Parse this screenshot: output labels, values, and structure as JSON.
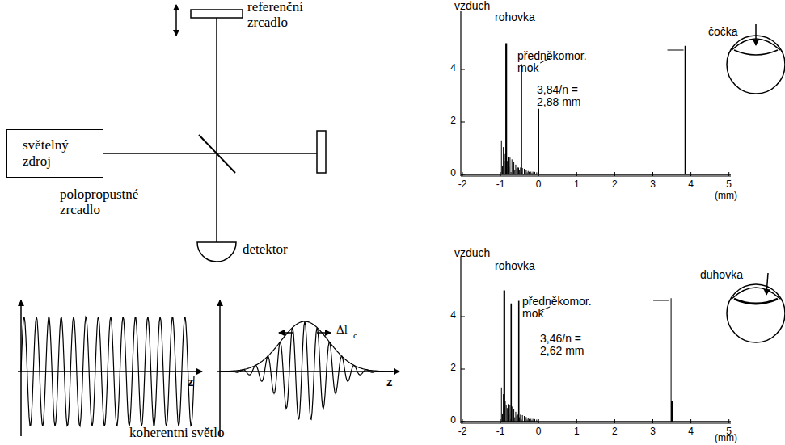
{
  "diagram": {
    "nodes": [
      {
        "text": [
          "světelný zdroj"
        ]
      }
    ],
    "labels": [
      "referenční zrcadlo",
      "polopropustné zrcadlo",
      "detektor",
      "z",
      "Δl",
      "c",
      "z",
      "koherentni světlo",
      "vzduch",
      "rohovka",
      "předněkomor. mok",
      "čočka",
      "3,84/n = 2,88 mm",
      "4",
      "2",
      "0",
      "-2",
      "-1",
      "0",
      "1",
      "2",
      "3",
      "4",
      "5",
      "(mm)",
      "vzduch",
      "rohovka",
      "předněkomor. mok",
      "duhovka",
      "3,46/n = 2,62 mm",
      "4",
      "2",
      "0",
      "-2",
      "-1",
      "0",
      "1",
      "2",
      "3",
      "4",
      "5",
      "(mm)"
    ]
  }
}
